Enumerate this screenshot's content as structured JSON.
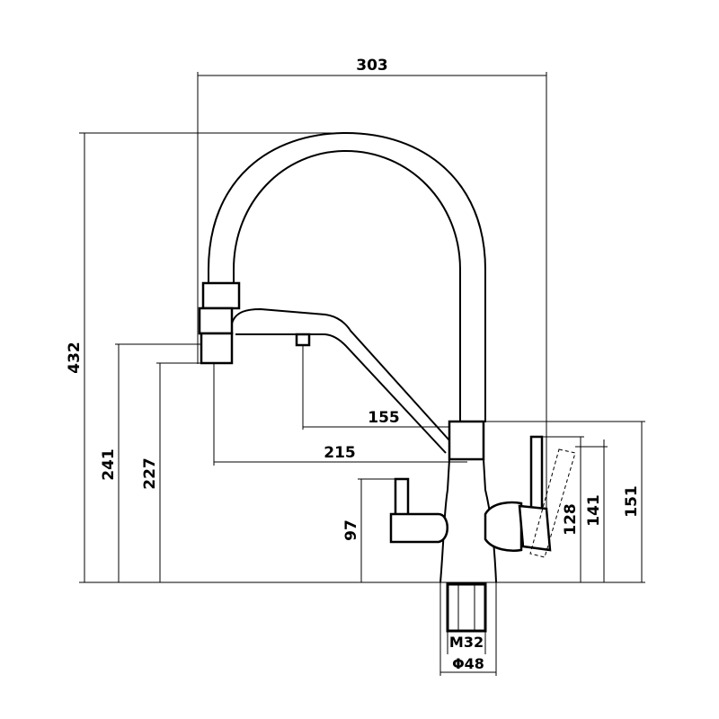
{
  "dimensions": {
    "overall_width": "303",
    "overall_height": "432",
    "spout_height_upper": "241",
    "spout_height_lower": "227",
    "reach_inner": "155",
    "reach_outer": "215",
    "left_handle_height": "97",
    "right_handle_128": "128",
    "right_handle_141": "141",
    "right_handle_151": "151",
    "thread": "M32",
    "base_diameter": "Φ48"
  }
}
